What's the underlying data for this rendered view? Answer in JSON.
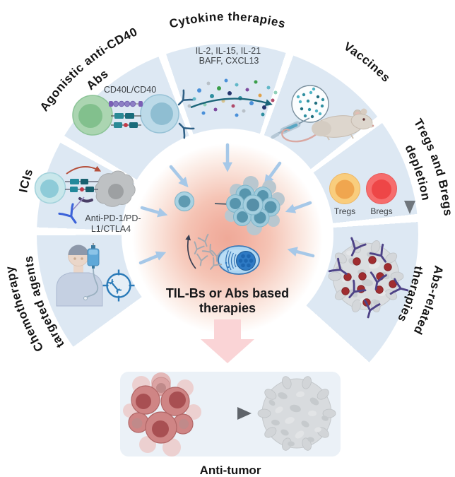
{
  "wheel": {
    "center": {
      "line1": "TIL-Bs or Abs based",
      "line2": "therapies"
    },
    "segments": {
      "agonistic_cd40": {
        "label_line1": "Agonistic anti-CD40",
        "label_line2": "Abs",
        "inner_label": "CD40L/CD40"
      },
      "cytokine": {
        "label": "Cytokine therapies",
        "inner_line1": "IL-2, IL-15, IL-21",
        "inner_line2": "BAFF, CXCL13"
      },
      "vaccines": {
        "label": "Vaccines"
      },
      "tregs_bregs": {
        "label_line1": "Tregs and Bregs",
        "label_line2": "depletion",
        "tregs": "Tregs",
        "bregs": "Bregs"
      },
      "abs_related": {
        "label_line1": "Abs-related",
        "label_line2": "therapies"
      },
      "icis": {
        "label": "ICIs",
        "inner_line1": "Anti-PD-1/PD-",
        "inner_line2": "L1/CTLA4"
      },
      "chemotherapy": {
        "label_line1": "Chemotherapy",
        "label_line2": "targeted agents"
      }
    }
  },
  "outcome": {
    "label": "Anti-tumor"
  },
  "colors": {
    "segment_fill": "#dde8f3",
    "hub_glow": "#efa998",
    "inward_arrow": "#a6c8e8",
    "tregs_cell": "#f0a64f",
    "bregs_cell": "#ee4647",
    "antibody_purple": "#4e4387",
    "antibody_blue": "#3c63d9",
    "tumor_dot_red": "#a02d30",
    "outcome_arrow_pink": "#fad4d6",
    "outcome_box": "#ebf1f7",
    "receptor_teal": "#23899b"
  },
  "icons": {
    "green-cell-icon": "green APC cell",
    "b-cell-icon": "blue B cell",
    "t-cell-icon": "teal T cell",
    "tumor-cell-icon": "gray tumor cell",
    "antibody-icon": "Y-shaped antibody",
    "cytokine-dots-icon": "scattered cytokine dots",
    "syringe-icon": "syringe",
    "vaccine-magnifier-icon": "magnified vaccine dots",
    "mouse-icon": "lab mouse",
    "tregs-cell-icon": "orange Treg cell",
    "bregs-cell-icon": "red Breg cell",
    "depletion-arrow-icon": "gray down arrow",
    "tumor-mass-icon": "tumor mass with antibodies",
    "patient-icon": "patient with IV",
    "iv-bag-icon": "IV drip bag",
    "dna-target-icon": "DNA in crosshair",
    "b-cell-cluster-icon": "cluster of B cells",
    "plasma-cell-icon": "plasma cell secreting antibodies",
    "pink-down-arrow-icon": "pink block arrow",
    "anti-tumor-arrow-icon": "gray right arrow"
  }
}
